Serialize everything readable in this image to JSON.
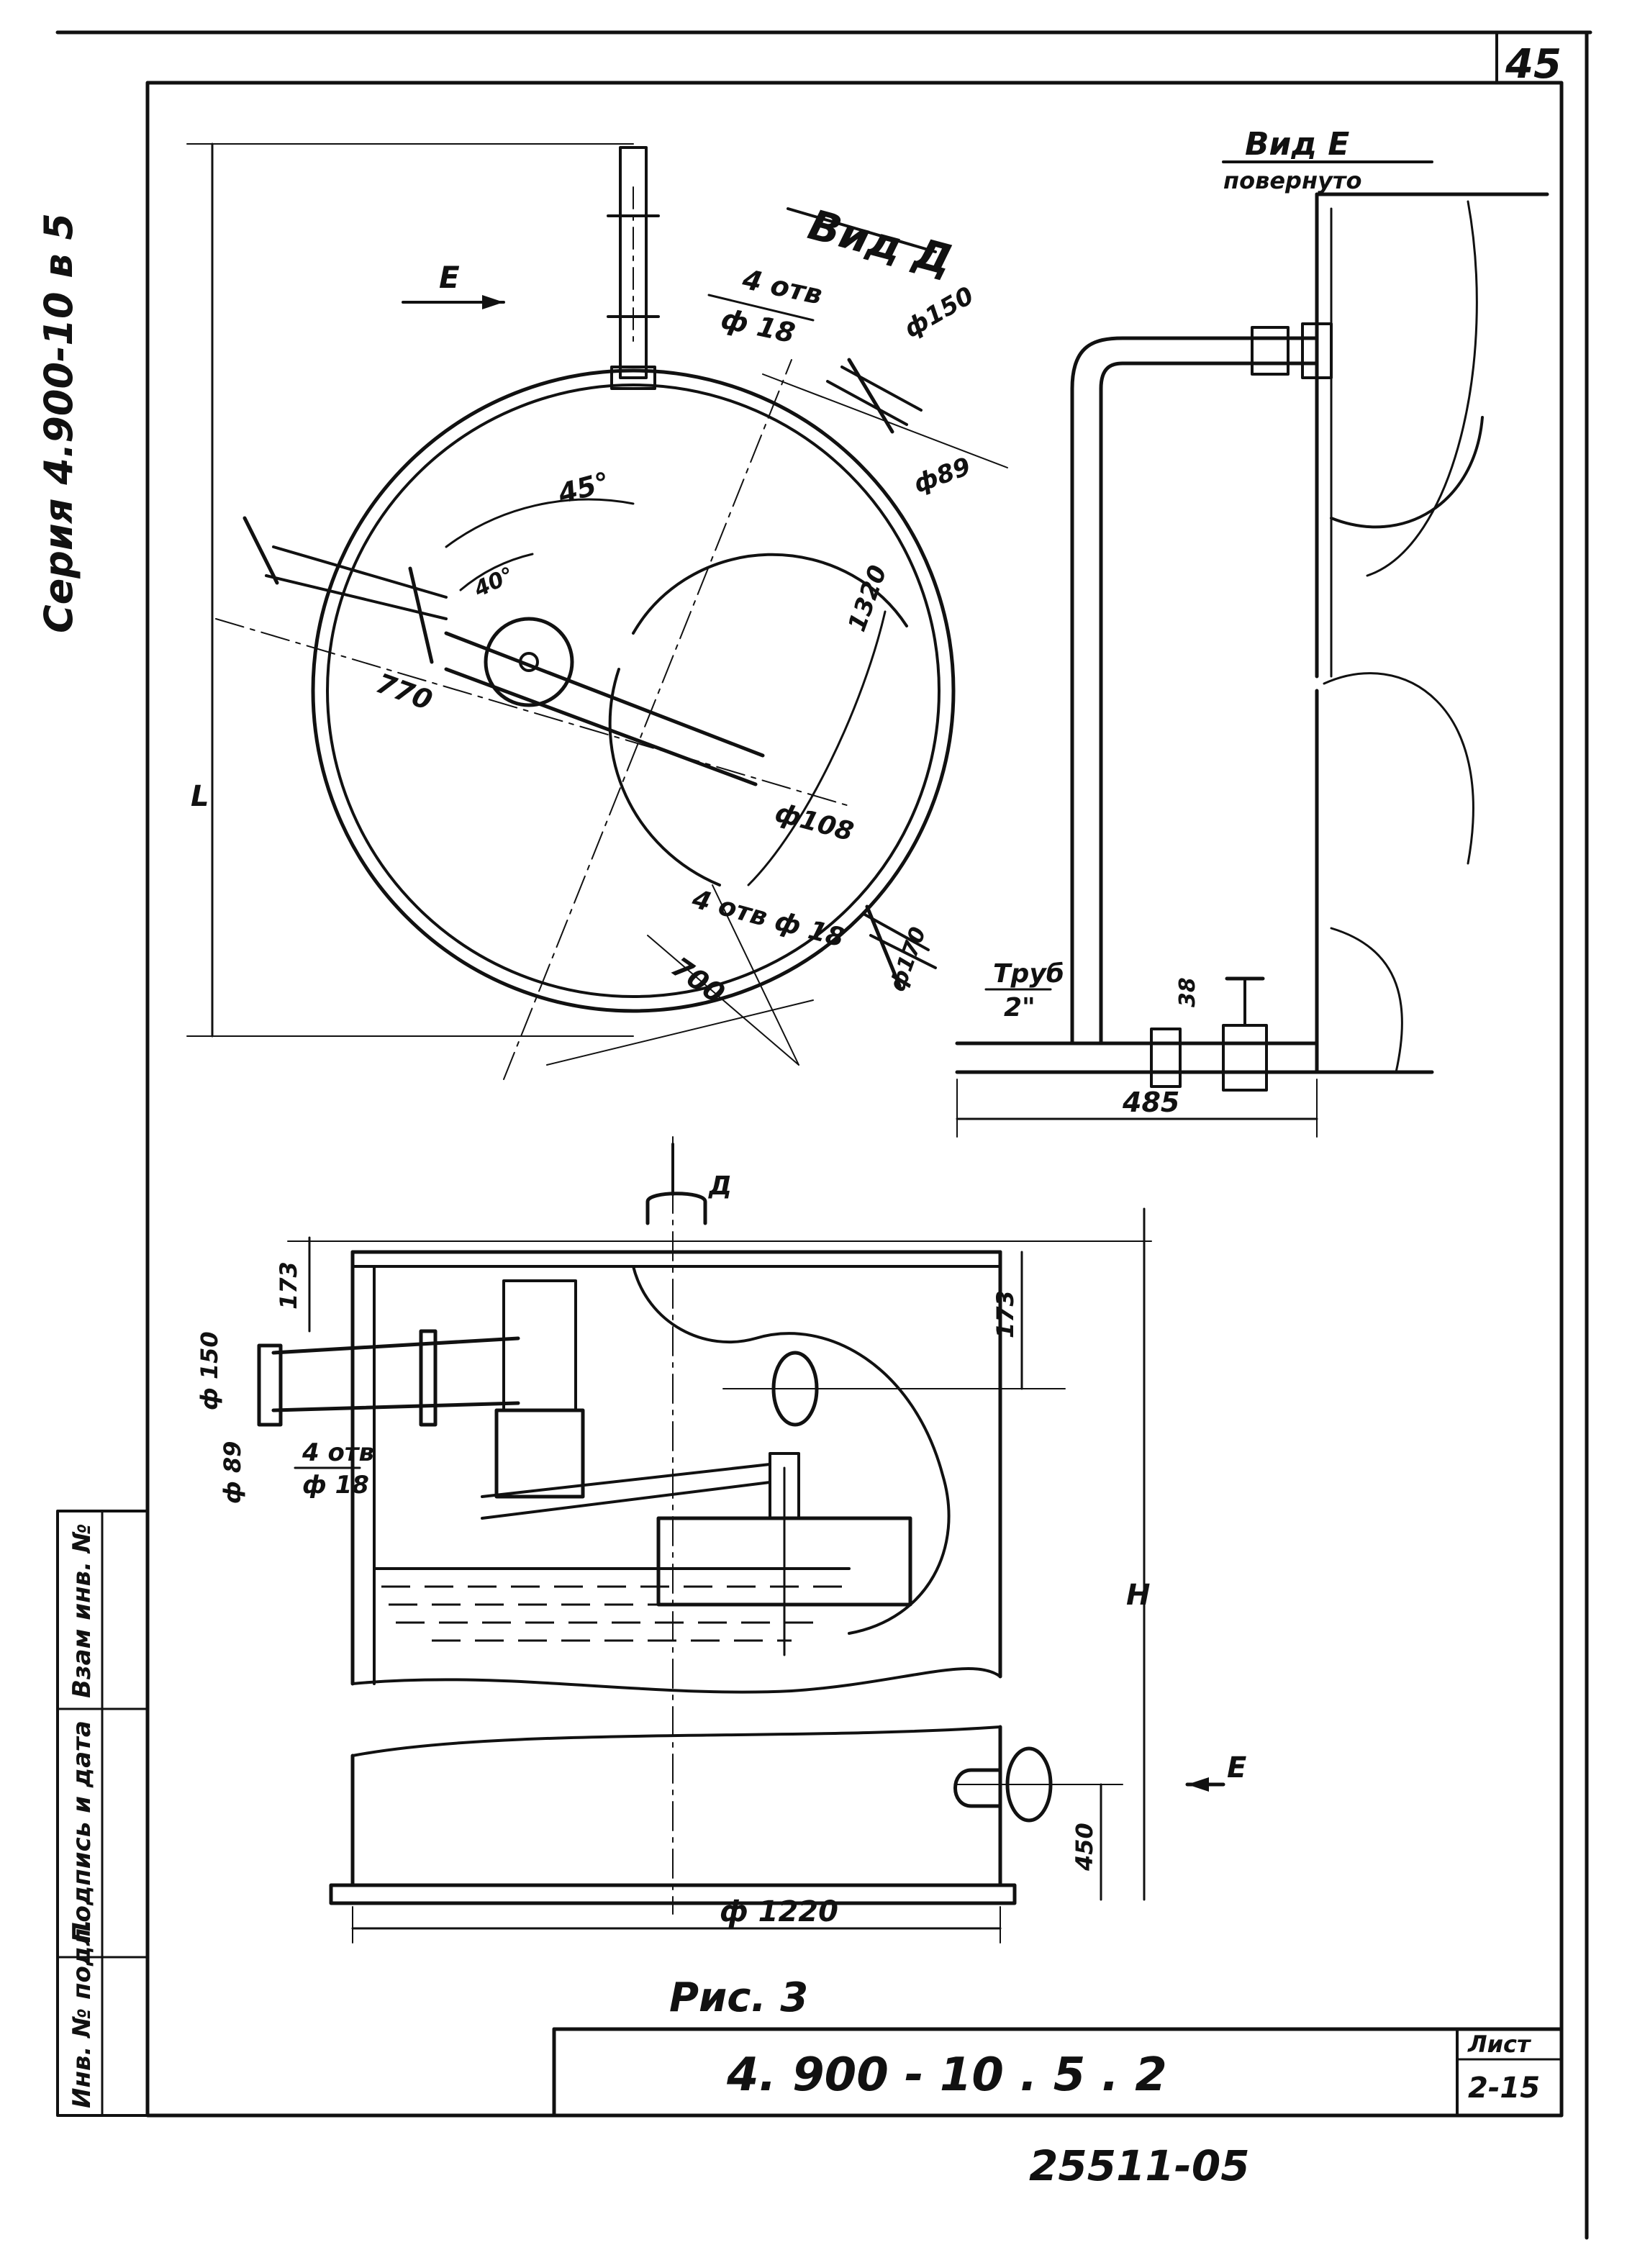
{
  "sheet": {
    "page_number": "45",
    "series": "Серия 4.900-10 в 5",
    "figure_caption": "Рис. 3",
    "drawing_code": "4. 900 - 10 . 5 . 2",
    "sheet_label": "Лист",
    "sheet_number": "2-15",
    "archive_number": "25511-05"
  },
  "side_stamp": {
    "col1": "Инв. № подл.",
    "col2": "Подпись и дата",
    "col3": "Взам инв. №"
  },
  "view_d": {
    "title": "Вид Д",
    "arrow_e": "Е",
    "bolt_label_top_1": "4 отв",
    "bolt_label_top_2": "ф 18",
    "dim_phi150": "ф150",
    "dim_phi89": "ф89",
    "dim_1320": "1320",
    "dim_45deg": "45°",
    "dim_40deg": "40°",
    "dim_770": "770",
    "dim_phi108": "ф108",
    "bolt_label_bottom": "4 отв ф 18",
    "dim_phi170": "ф170",
    "dim_700": "700",
    "dim_l": "L"
  },
  "view_e": {
    "title": "Вид Е",
    "subtitle": "повернуто",
    "pipe_label_1": "Труб",
    "pipe_label_2": "2\"",
    "dim_38": "38",
    "dim_485": "485"
  },
  "section": {
    "marker_a": "Д",
    "dim_173_left": "173",
    "dim_173_right": "173",
    "dim_phi150": "ф 150",
    "dim_phi89": "ф 89",
    "bolt_label_1": "4 отв",
    "bolt_label_2": "ф 18",
    "dim_h": "H",
    "arrow_e": "Е",
    "dim_450": "450",
    "dim_phi1220": "ф 1220"
  }
}
